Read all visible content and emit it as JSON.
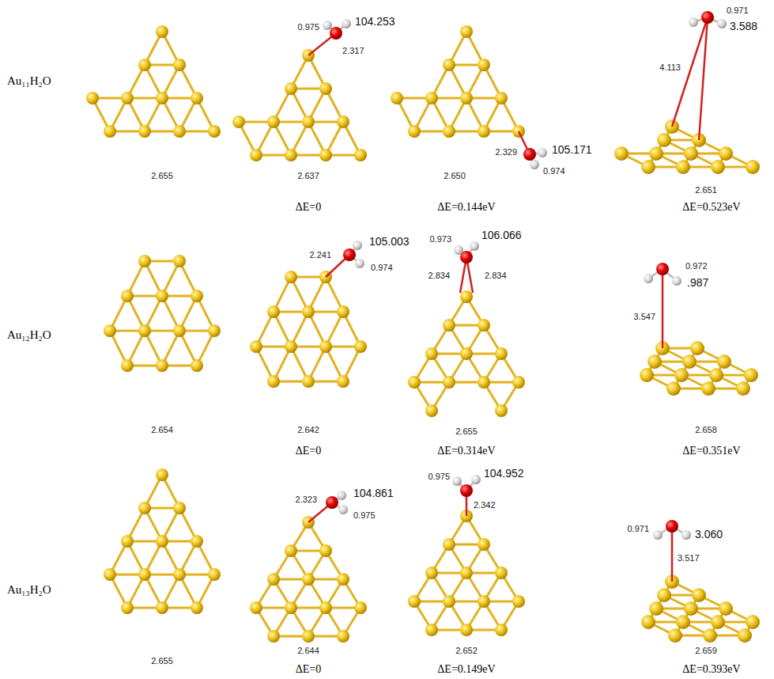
{
  "diagram": {
    "labels": [
      "Au₁₁H₂O",
      "2.655",
      "0.975",
      "104.253",
      "2.317",
      "2.637",
      "ΔE=0",
      "2.650",
      "2.329",
      "105.171",
      "0.974",
      "ΔE=0.144eV",
      "0.971",
      "3.588",
      "4.113",
      "2.651",
      "ΔE=0.523eV",
      "Au₁₂H₂O",
      "2.654",
      "2.241",
      "105.003",
      "0.974",
      "2.642",
      "ΔE=0",
      "0.973",
      "106.066",
      "2.834",
      "2.834",
      "2.655",
      "ΔE=0.314eV",
      "0.972",
      ".987",
      "3.547",
      "2.658",
      "ΔE=0.351eV",
      "Au₁₃H₂O",
      "2.655",
      "2.323",
      "104.861",
      "0.975",
      "2.644",
      "ΔE=0",
      "0.975",
      "104.952",
      "2.342",
      "2.652",
      "ΔE=0.149eV",
      "0.971",
      "3.060",
      "3.517",
      "2.659",
      "ΔE=0.393eV"
    ]
  }
}
